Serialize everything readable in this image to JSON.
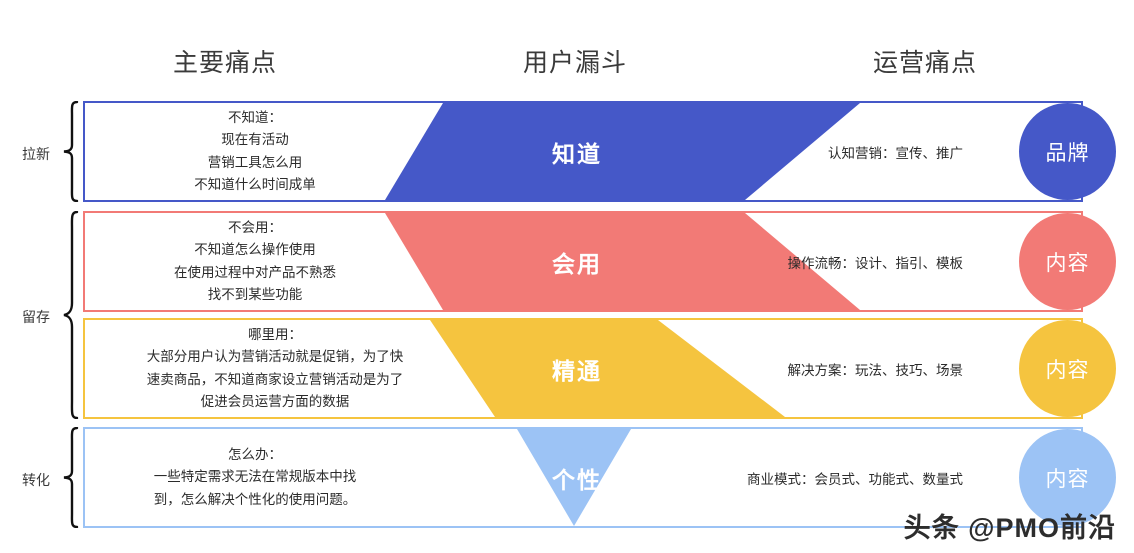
{
  "headers": {
    "pain_points": "主要痛点",
    "funnel": "用户漏斗",
    "operations": "运营痛点"
  },
  "groups": [
    {
      "label": "拉新"
    },
    {
      "label": "留存"
    },
    {
      "label": "转化"
    }
  ],
  "colors": {
    "stage1": "#4558C8",
    "stage2": "#F27A76",
    "stage3": "#F5C43F",
    "stage4": "#9CC3F5"
  },
  "rows": [
    {
      "stage": "知道",
      "circle": "品牌",
      "ops": "认知营销：宣传、推广",
      "pain": [
        "不知道：",
        "现在有活动",
        "营销工具怎么用",
        "不知道什么时间成单"
      ]
    },
    {
      "stage": "会用",
      "circle": "内容",
      "ops": "操作流畅：设计、指引、模板",
      "pain": [
        "不会用：",
        "不知道怎么操作使用",
        "在使用过程中对产品不熟悉",
        "找不到某些功能"
      ]
    },
    {
      "stage": "精通",
      "circle": "内容",
      "ops": "解决方案：玩法、技巧、场景",
      "pain": [
        "哪里用：",
        "大部分用户认为营销活动就是促销，为了快",
        "速卖商品，不知道商家设立营销活动是为了",
        "促进会员运营方面的数据"
      ]
    },
    {
      "stage": "个性",
      "circle": "内容",
      "ops": "商业模式：会员式、功能式、数量式",
      "pain": [
        "怎么办：",
        "一些特定需求无法在常规版本中找",
        "到，怎么解决个性化的使用问题。"
      ]
    }
  ],
  "watermark": "头条 @PMO前沿"
}
